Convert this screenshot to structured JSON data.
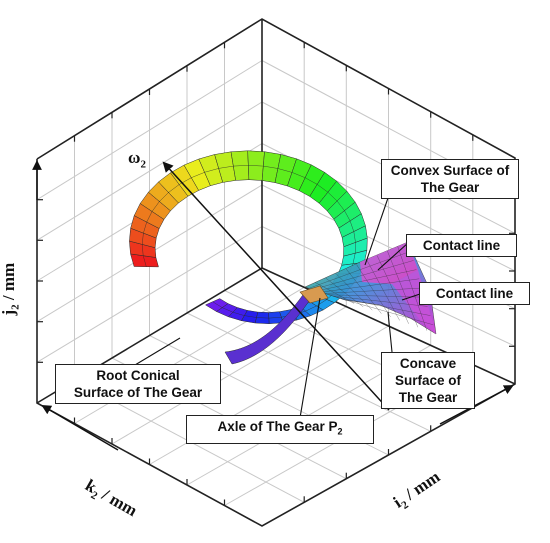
{
  "figure": {
    "axes": {
      "j_axis": {
        "symbol": "j",
        "subscript": "2",
        "unit": " / mm"
      },
      "k_axis": {
        "symbol": "k",
        "subscript": "2",
        "unit": " / mm"
      },
      "i_axis": {
        "symbol": "i",
        "subscript": "2",
        "unit": " / mm"
      },
      "omega": {
        "symbol": "ω",
        "subscript": "2"
      }
    },
    "callouts": {
      "convex": [
        "Convex Surface of",
        "The Gear"
      ],
      "contact1": "Contact line",
      "contact2": "Contact line",
      "root": [
        "Root Conical",
        "Surface of The Gear"
      ],
      "concave": [
        "Concave",
        "Surface of",
        "The Gear"
      ],
      "axle": {
        "text": "Axle of The Gear P",
        "subscript": "2"
      }
    },
    "colors": {
      "grid": "#c8c8c8",
      "frame": "#222222",
      "ribbon_start": "#7a18c8",
      "ribbon_end": "#e01818",
      "contact_surface": "#b040e0"
    }
  }
}
